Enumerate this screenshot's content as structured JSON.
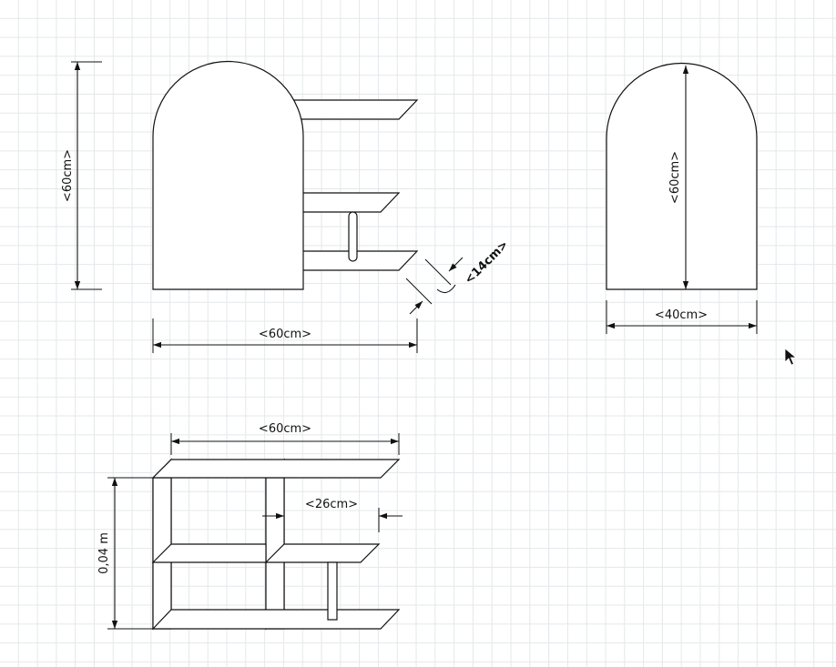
{
  "front_view": {
    "height_label": "<60cm>",
    "width_label": "<60cm>",
    "depth_label": "<14cm>"
  },
  "side_view": {
    "height_label": "<60cm>",
    "width_label": "<40cm>"
  },
  "top_view": {
    "width_label": "<60cm>",
    "shelf_label": "<26cm>",
    "height_label": "0,04 m"
  },
  "icons": {
    "cursor": "mouse-pointer-icon"
  }
}
